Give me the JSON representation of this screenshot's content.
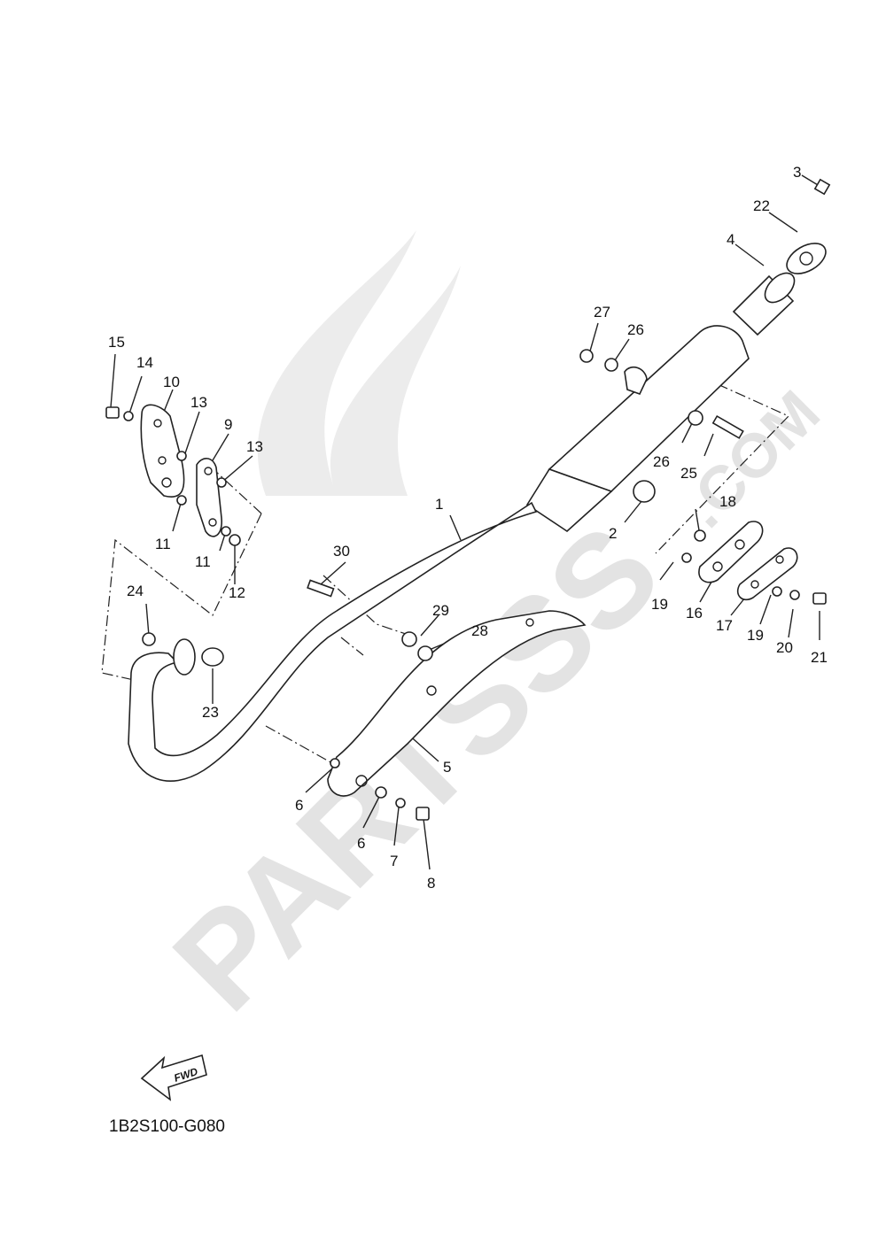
{
  "diagram": {
    "code": "1B2S100-G080",
    "arrow_label": "FWD",
    "watermark": {
      "word": "PARTSSS",
      "suffix": ".COM"
    },
    "colors": {
      "line": "#222222",
      "watermark": "#e3e3e3",
      "text": "#111111"
    },
    "callouts": [
      {
        "id": "c1",
        "text": "1"
      },
      {
        "id": "c2",
        "text": "2"
      },
      {
        "id": "c3",
        "text": "3"
      },
      {
        "id": "c4",
        "text": "4"
      },
      {
        "id": "c5",
        "text": "5"
      },
      {
        "id": "c6a",
        "text": "6"
      },
      {
        "id": "c6b",
        "text": "6"
      },
      {
        "id": "c7",
        "text": "7"
      },
      {
        "id": "c8",
        "text": "8"
      },
      {
        "id": "c9",
        "text": "9"
      },
      {
        "id": "c10",
        "text": "10"
      },
      {
        "id": "c11a",
        "text": "11"
      },
      {
        "id": "c11b",
        "text": "11"
      },
      {
        "id": "c12",
        "text": "12"
      },
      {
        "id": "c13a",
        "text": "13"
      },
      {
        "id": "c13b",
        "text": "13"
      },
      {
        "id": "c14",
        "text": "14"
      },
      {
        "id": "c15",
        "text": "15"
      },
      {
        "id": "c16",
        "text": "16"
      },
      {
        "id": "c17",
        "text": "17"
      },
      {
        "id": "c18",
        "text": "18"
      },
      {
        "id": "c19a",
        "text": "19"
      },
      {
        "id": "c19b",
        "text": "19"
      },
      {
        "id": "c20",
        "text": "20"
      },
      {
        "id": "c21",
        "text": "21"
      },
      {
        "id": "c22",
        "text": "22"
      },
      {
        "id": "c23",
        "text": "23"
      },
      {
        "id": "c24",
        "text": "24"
      },
      {
        "id": "c25",
        "text": "25"
      },
      {
        "id": "c26a",
        "text": "26"
      },
      {
        "id": "c26b",
        "text": "26"
      },
      {
        "id": "c27",
        "text": "27"
      },
      {
        "id": "c28",
        "text": "28"
      },
      {
        "id": "c29",
        "text": "29"
      },
      {
        "id": "c30",
        "text": "30"
      }
    ]
  }
}
